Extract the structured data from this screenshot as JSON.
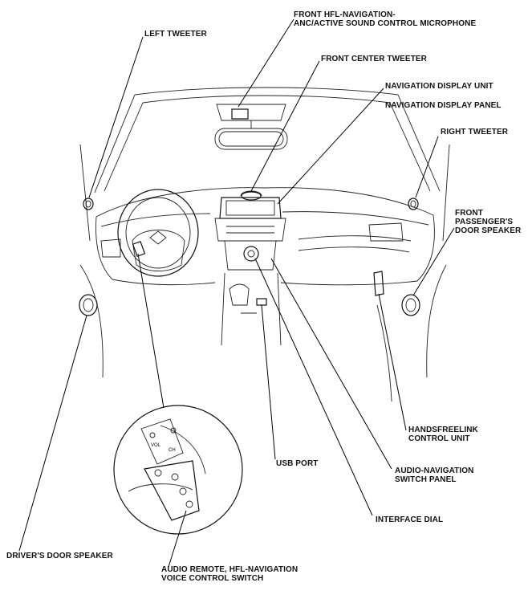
{
  "labels": {
    "front_mic_line1": "FRONT HFL-NAVIGATION-",
    "front_mic_line2": "ANC/ACTIVE SOUND CONTROL MICROPHONE",
    "left_tweeter": "LEFT TWEETER",
    "front_center_tweeter": "FRONT CENTER TWEETER",
    "navigation_display_unit": "NAVIGATION DISPLAY UNIT",
    "navigation_display_panel": "NAVIGATION DISPLAY PANEL",
    "right_tweeter": "RIGHT TWEETER",
    "front_passenger_door_speaker_line1": "FRONT",
    "front_passenger_door_speaker_line2": "PASSENGER'S",
    "front_passenger_door_speaker_line3": "DOOR SPEAKER",
    "handsfreelink_line1": "HANDSFREELINK",
    "handsfreelink_line2": "CONTROL UNIT",
    "usb_port": "USB PORT",
    "audio_nav_switch_line1": "AUDIO-NAVIGATION",
    "audio_nav_switch_line2": "SWITCH PANEL",
    "interface_dial": "INTERFACE DIAL",
    "drivers_door_speaker": "DRIVER'S DOOR SPEAKER",
    "audio_remote_line1": "AUDIO REMOTE, HFL-NAVIGATION",
    "audio_remote_line2": "VOICE CONTROL SWITCH"
  },
  "switch_markings": {
    "vol": "VOL",
    "ch": "CH"
  }
}
